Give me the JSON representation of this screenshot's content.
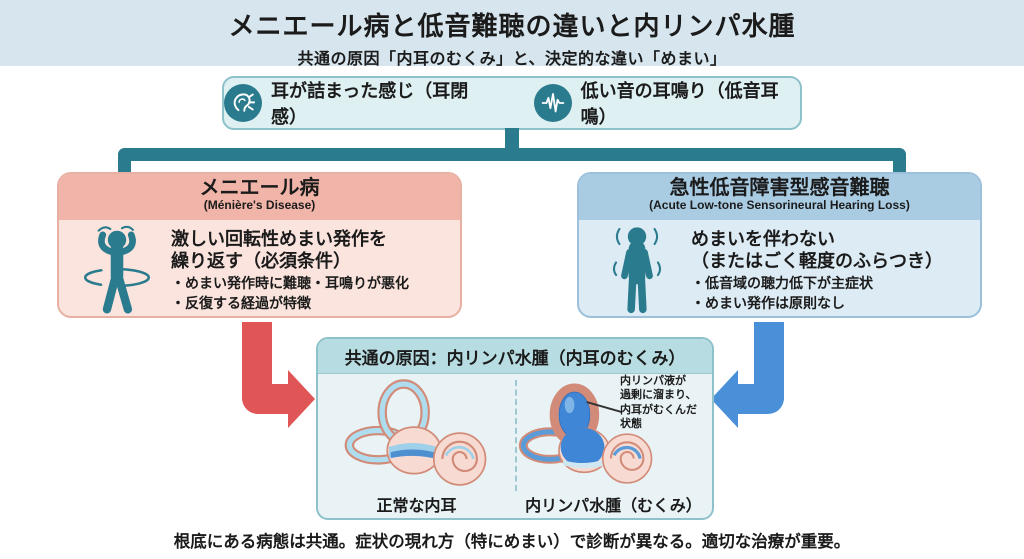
{
  "header": {
    "title": "メニエール病と低音難聴の違いと内リンパ水腫",
    "subtitle": "共通の原因「内耳のむくみ」と、決定的な違い「めまい」"
  },
  "symptoms": {
    "ear_fullness": "耳が詰まった感じ（耳閉感）",
    "low_tinnitus": "低い音の耳鳴り（低音耳鳴）"
  },
  "left_box": {
    "title": "メニエール病",
    "subtitle": "(Ménière's Disease)",
    "main_lines": [
      "激しい回転性めまい発作を",
      "繰り返す（必須条件）"
    ],
    "bullets": [
      "・めまい発作時に難聴・耳鳴りが悪化",
      "・反復する経過が特徴"
    ]
  },
  "right_box": {
    "title": "急性低音障害型感音難聴",
    "subtitle": "(Acute Low-tone Sensorineural Hearing Loss)",
    "main_lines": [
      "めまいを伴わない",
      "（またはごく軽度のふらつき）"
    ],
    "bullets": [
      "・低音域の聴力低下が主症状",
      "・めまい発作は原則なし"
    ]
  },
  "center_box": {
    "title": "共通の原因：内リンパ水腫（内耳のむくみ）",
    "normal_label": "正常な内耳",
    "hydrops_label": "内リンパ水腫（むくみ）",
    "annotation_lines": [
      "内リンパ液が",
      "過剰に溜まり、",
      "内耳がむくんだ",
      "状態"
    ]
  },
  "footer": {
    "text": "根底にある病態は共通。症状の現れ方（特にめまい）で診断が異なる。適切な治療が重要。"
  },
  "icons": {
    "ear": "ear-icon",
    "waveform": "waveform-icon",
    "dizzy_person": "dizzy-person-icon",
    "standing_person": "standing-person-icon"
  },
  "colors": {
    "accent_teal": "#2b7b8e",
    "header_strip_bg": "#d7e6ee",
    "symptom_box_bg": "#def0f2",
    "symptom_box_border": "#8ec2cb",
    "left_header_bg": "#f0b4a8",
    "left_body_bg": "#fbe4dd",
    "right_header_bg": "#a9cce3",
    "right_body_bg": "#dcebf4",
    "center_header_bg": "#b7dde3",
    "center_body_bg": "#e9f3f5",
    "red_arrow": "#e05555",
    "blue_arrow": "#4a90d9",
    "text": "#1b1b1b"
  }
}
